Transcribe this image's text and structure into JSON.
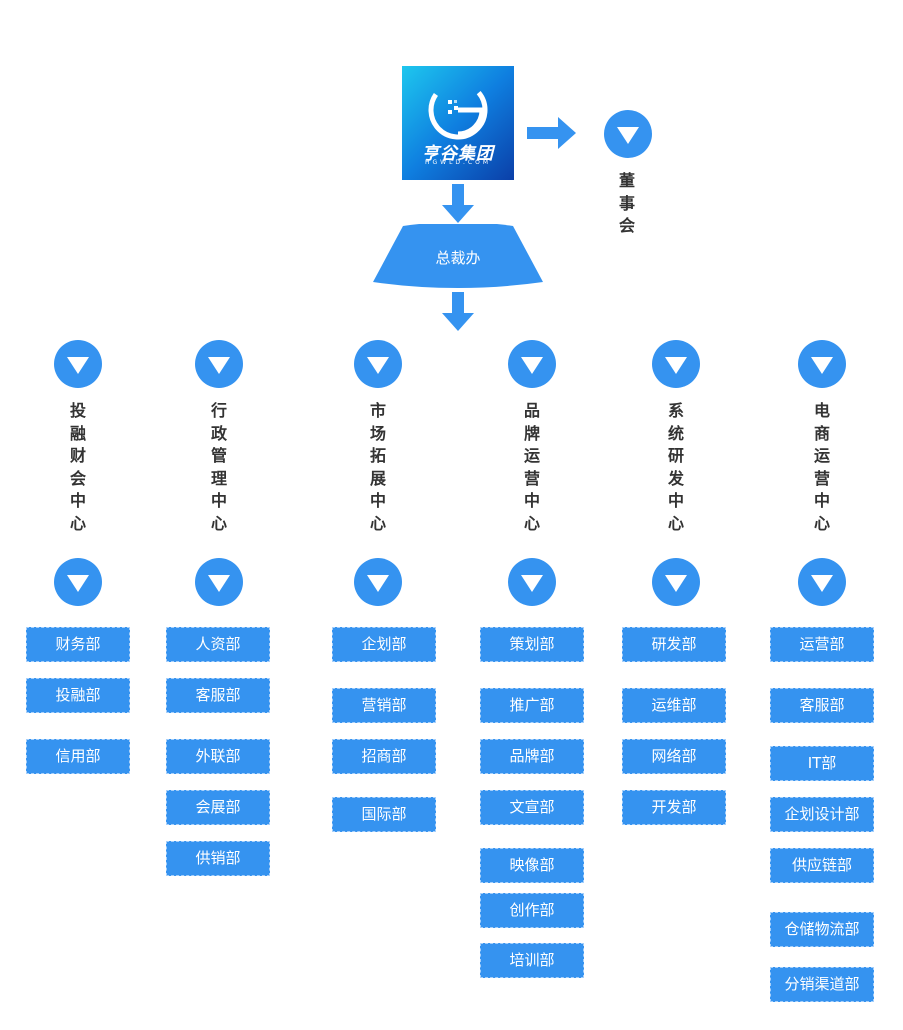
{
  "logo": {
    "name_cn": "亨谷集团",
    "name_en": "HGWLD.COM"
  },
  "board": {
    "label": "董事会"
  },
  "president_office": {
    "label": "总裁办"
  },
  "centers": [
    {
      "label": "投融财会中心",
      "departments": [
        "财务部",
        "投融部",
        "信用部"
      ]
    },
    {
      "label": "行政管理中心",
      "departments": [
        "人资部",
        "客服部",
        "外联部",
        "会展部",
        "供销部"
      ]
    },
    {
      "label": "市场拓展中心",
      "departments": [
        "企划部",
        "营销部",
        "招商部",
        "国际部"
      ]
    },
    {
      "label": "品牌运营中心",
      "departments": [
        "策划部",
        "推广部",
        "品牌部",
        "文宣部",
        "映像部",
        "创作部",
        "培训部"
      ]
    },
    {
      "label": "系统研发中心",
      "departments": [
        "研发部",
        "运维部",
        "网络部",
        "开发部"
      ]
    },
    {
      "label": "电商运营中心",
      "departments": [
        "运营部",
        "客服部",
        "IT部",
        "企划设计部",
        "供应链部",
        "仓储物流部",
        "分销渠道部"
      ]
    }
  ],
  "colors": {
    "primary": "#3593f0",
    "text": "#333333",
    "logo_gradient": [
      "#1ec7ee",
      "#0b3fa8"
    ]
  }
}
